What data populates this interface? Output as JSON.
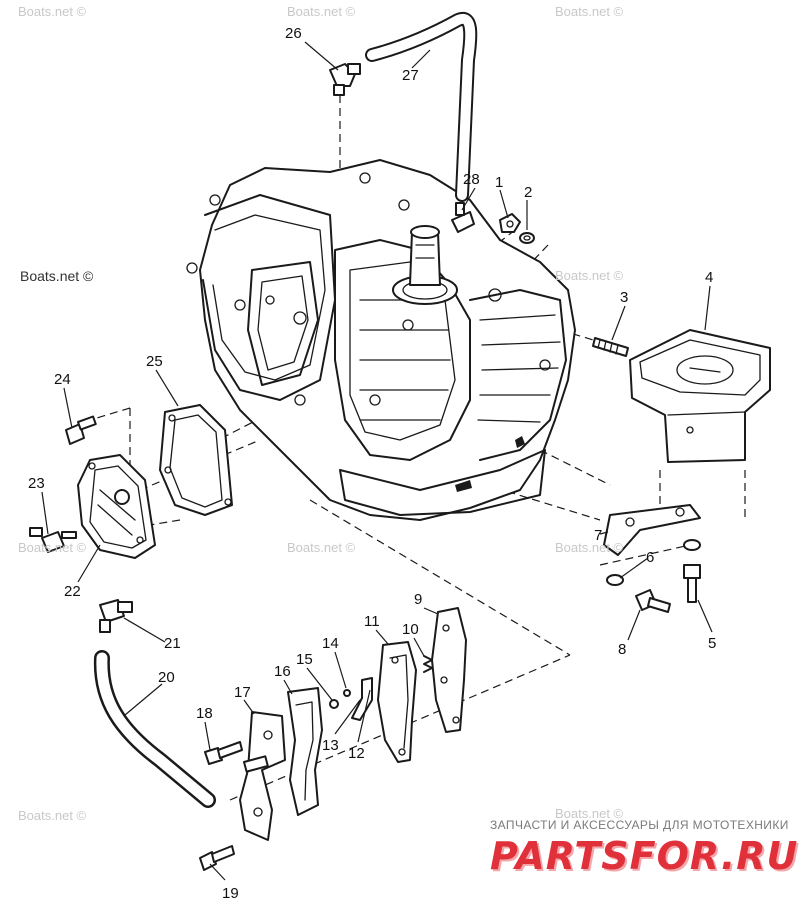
{
  "watermark": "Boats.net ©",
  "brand": {
    "tagline": "ЗАПЧАСТИ И АКСЕССУАРЫ ДЛЯ МОТОТЕХНИКИ",
    "logo_text": "PARTSFOR.RU",
    "color": "#e0303a"
  },
  "callouts": [
    "1",
    "2",
    "3",
    "4",
    "5",
    "6",
    "7",
    "8",
    "9",
    "10",
    "11",
    "12",
    "13",
    "14",
    "15",
    "16",
    "17",
    "18",
    "19",
    "20",
    "21",
    "22",
    "23",
    "24",
    "25",
    "26",
    "27",
    "28"
  ]
}
